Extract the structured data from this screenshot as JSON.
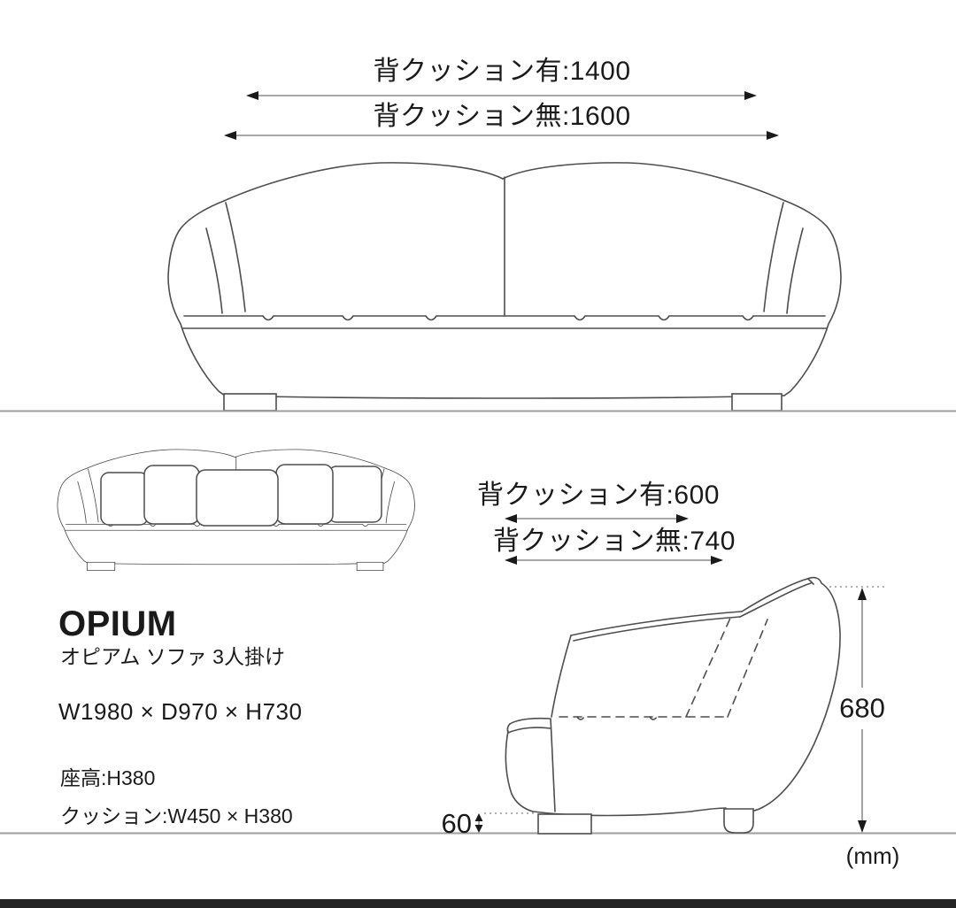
{
  "product": {
    "name": "OPIUM",
    "subtitle": "オピアム ソファ 3人掛け",
    "overall_dimensions": "W1980 × D970 × H730",
    "seat_height": "座高:H380",
    "cushion_size": "クッション:W450 × H380",
    "unit": "(mm)"
  },
  "front_view": {
    "width_with_back_cushion": "背クッション有:1400",
    "width_without_back_cushion": "背クッション無:1600"
  },
  "side_view": {
    "depth_with_back_cushion": "背クッション有:600",
    "depth_without_back_cushion": "背クッション無:740",
    "total_height": "680",
    "leg_height": "60"
  },
  "colors": {
    "background": "#ffffff",
    "sofa_line": "#4d4d4d",
    "dimension_line": "#8c8c8c",
    "arrowhead": "#1a1a1a",
    "ground_line": "#9e9e9e",
    "text": "#1a1a1a",
    "footer_bar": "#242424"
  }
}
